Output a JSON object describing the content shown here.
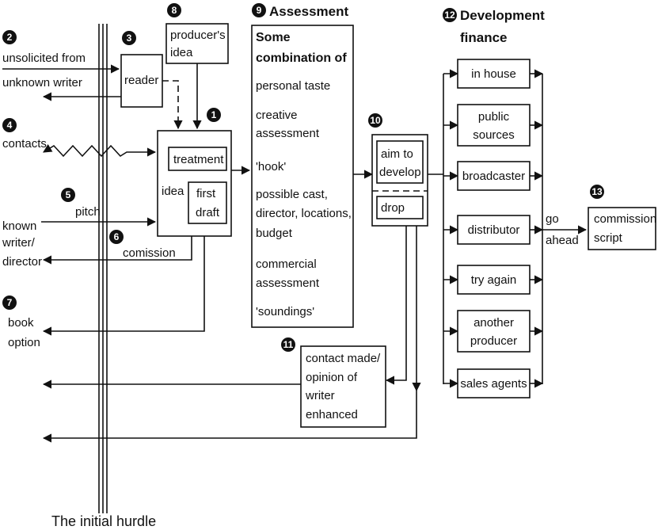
{
  "caption": "The initial hurdle",
  "headings": {
    "assessment": "Assessment",
    "development_finance_line1": "Development",
    "development_finance_line2": "finance"
  },
  "badges": [
    "1",
    "2",
    "3",
    "4",
    "5",
    "6",
    "7",
    "8",
    "9",
    "10",
    "11",
    "12",
    "13"
  ],
  "labels": {
    "unsolicited_1": "unsolicited from",
    "unsolicited_2": "unknown writer",
    "reader": "reader",
    "producers_idea_1": "producer's",
    "producers_idea_2": "idea",
    "contacts": "contacts",
    "pitch": "pitch",
    "known_1": "known",
    "known_2": "writer/",
    "known_3": "director",
    "comission": "comission",
    "book_1": "book",
    "book_2": "option",
    "idea": "idea",
    "treatment": "treatment",
    "first_draft_1": "first",
    "first_draft_2": "draft",
    "aim_1": "aim to",
    "aim_2": "develop",
    "drop": "drop",
    "contact_1": "contact made/",
    "contact_2": "opinion of",
    "contact_3": "writer",
    "contact_4": "enhanced",
    "go_1": "go",
    "go_2": "ahead",
    "commission_1": "commission",
    "commission_2": "script"
  },
  "assessment_box": {
    "heading_1": "Some",
    "heading_2": "combination of",
    "items": [
      "personal taste",
      "creative",
      "assessment",
      "'hook'",
      "possible cast,",
      "director, locations,",
      "budget",
      "commercial",
      "assessment",
      "'soundings'"
    ]
  },
  "finance_options": [
    [
      "in house"
    ],
    [
      "public",
      "sources"
    ],
    [
      "broadcaster"
    ],
    [
      "distributor"
    ],
    [
      "try again"
    ],
    [
      "another",
      "producer"
    ],
    [
      "sales agents"
    ]
  ]
}
